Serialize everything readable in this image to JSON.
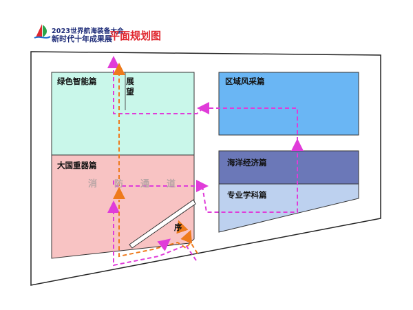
{
  "header": {
    "line1": "2023世界航海装备大会",
    "line2": "新时代十年成果展",
    "title": "平面规划图"
  },
  "zones": {
    "green_smart": "绿色智能篇",
    "outlook": "展望",
    "big_power": "大国重器篇",
    "corridor": [
      "消",
      "防",
      "通",
      "道"
    ],
    "regional": "区域风采篇",
    "marine_economy": "海洋经济篇",
    "discipline": "专业学科篇",
    "preface": "序"
  },
  "colors": {
    "green_zone": "#c9f7ea",
    "pink_zone": "#f8c3c3",
    "blue_zone": "#6ab6f4",
    "navy_zone": "#6b78b8",
    "lightblue_zone": "#bdd1ef",
    "route_magenta": "#e03cd9",
    "route_orange": "#ee7a1c",
    "title_red": "#e0282f",
    "header_navy": "#1d2b78"
  }
}
